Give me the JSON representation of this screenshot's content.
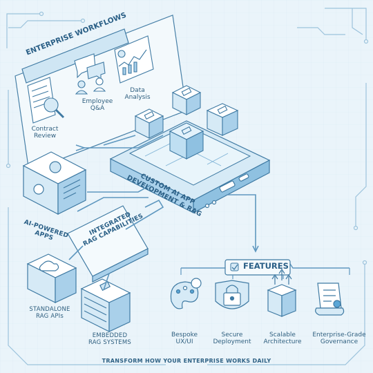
{
  "workflows": {
    "title": "ENTERPRISE WORKFLOWS",
    "items": [
      {
        "label": "Data Analysis",
        "line1": "Data",
        "line2": "Analysis",
        "icon": "analytics-dashboard-icon"
      },
      {
        "label": "Employee Q&A",
        "line1": "Employee",
        "line2": "Q&A",
        "icon": "chat-users-icon"
      },
      {
        "label": "Contract Review",
        "line1": "Contract",
        "line2": "Review",
        "icon": "contract-magnifier-icon"
      }
    ]
  },
  "hub": {
    "line1": "CUSTOM AI APP",
    "line2": "DEVELOPMENT & RAG"
  },
  "ai_apps": {
    "line1": "AI-POWERED",
    "line2": "APPS"
  },
  "rag": {
    "line1": "INTEGRATED",
    "line2": "RAG CAPABILITIES"
  },
  "standalone": {
    "line1": "STANDALONE",
    "line2": "RAG APIs"
  },
  "embedded": {
    "line1": "EMBEDDED",
    "line2": "RAG SYSTEMS"
  },
  "features": {
    "title": "FEATURES",
    "items": [
      {
        "line1": "Bespoke",
        "line2": "UX/UI",
        "icon": "palette-gear-icon"
      },
      {
        "line1": "Secure",
        "line2": "Deployment",
        "icon": "padlock-icon"
      },
      {
        "line1": "Scalable",
        "line2": "Architecture",
        "icon": "server-stack-arrows-icon"
      },
      {
        "line1": "Enterprise-Grade",
        "line2": "Governance",
        "icon": "certificate-scroll-icon"
      }
    ]
  },
  "tagline": "TRANSFORM HOW YOUR ENTERPRISE WORKS DAILY",
  "colors": {
    "background": "#eaf4fa",
    "line": "#3f7aa3",
    "fill_light": "#d6eaf6",
    "fill_mid": "#a9d0ea",
    "accent": "#5aa6d6"
  }
}
